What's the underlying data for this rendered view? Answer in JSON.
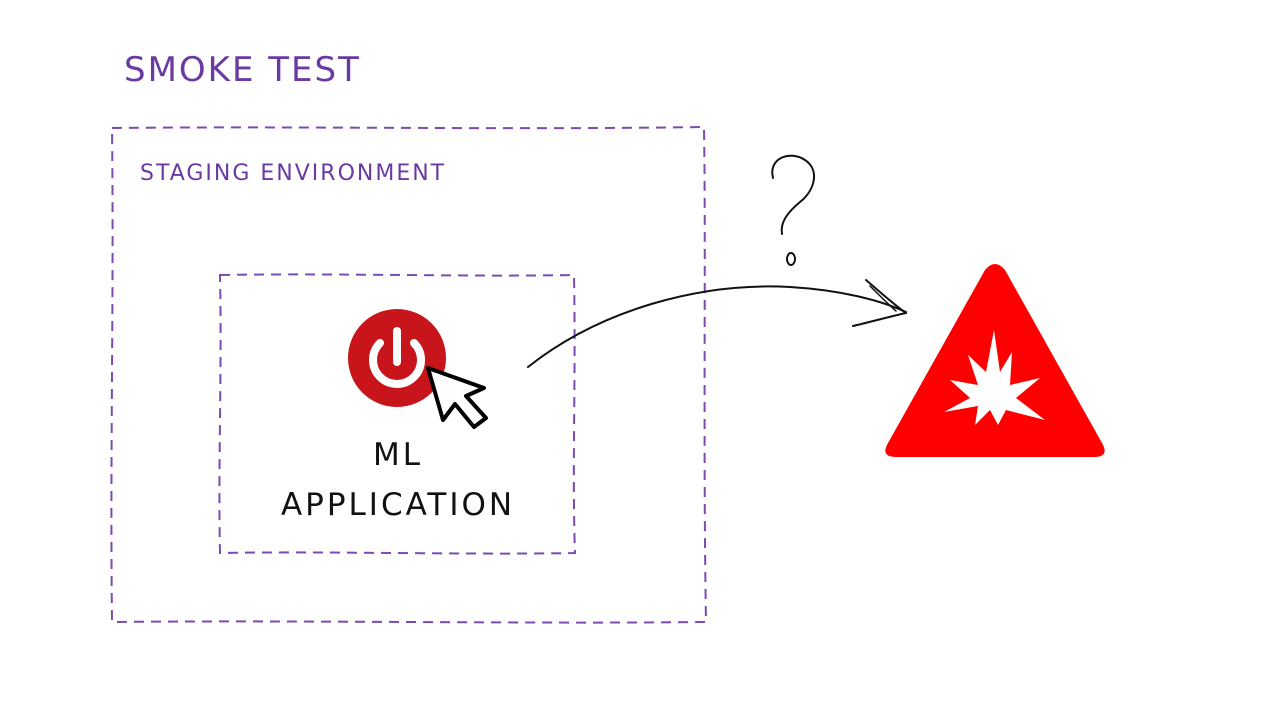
{
  "diagram": {
    "title": "SMOKE TEST",
    "environment_label": "STAGING ENVIRONMENT",
    "application_label": {
      "line1": "ML",
      "line2": "APPLICATION"
    },
    "question_mark": "?",
    "icons": {
      "power": "power-button-icon",
      "cursor": "mouse-pointer-icon",
      "warning": "explosion-warning-icon"
    },
    "colors": {
      "title": "#6a3aa2",
      "border": "#7a4bb0",
      "power_button": "#c8141b",
      "warning": "#ff0000",
      "ink": "#111111"
    }
  }
}
